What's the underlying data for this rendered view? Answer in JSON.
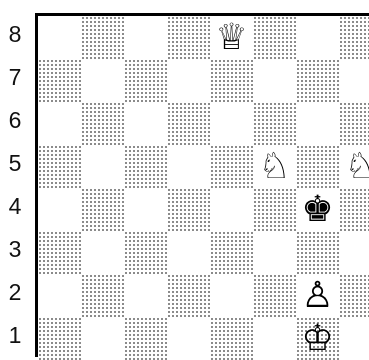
{
  "board": {
    "rank_labels": [
      "8",
      "7",
      "6",
      "5",
      "4",
      "3",
      "2",
      "1"
    ],
    "squares": [
      [
        {
          "color": "light",
          "piece": ""
        },
        {
          "color": "dark",
          "piece": ""
        },
        {
          "color": "light",
          "piece": ""
        },
        {
          "color": "dark",
          "piece": ""
        },
        {
          "color": "light",
          "piece": "♕",
          "name": "white-queen-icon"
        },
        {
          "color": "dark",
          "piece": ""
        },
        {
          "color": "light",
          "piece": ""
        },
        {
          "color": "dark",
          "piece": ""
        }
      ],
      [
        {
          "color": "dark",
          "piece": ""
        },
        {
          "color": "light",
          "piece": ""
        },
        {
          "color": "dark",
          "piece": ""
        },
        {
          "color": "light",
          "piece": ""
        },
        {
          "color": "dark",
          "piece": ""
        },
        {
          "color": "light",
          "piece": ""
        },
        {
          "color": "dark",
          "piece": ""
        },
        {
          "color": "light",
          "piece": ""
        }
      ],
      [
        {
          "color": "light",
          "piece": ""
        },
        {
          "color": "dark",
          "piece": ""
        },
        {
          "color": "light",
          "piece": ""
        },
        {
          "color": "dark",
          "piece": ""
        },
        {
          "color": "light",
          "piece": ""
        },
        {
          "color": "dark",
          "piece": ""
        },
        {
          "color": "light",
          "piece": ""
        },
        {
          "color": "dark",
          "piece": ""
        }
      ],
      [
        {
          "color": "dark",
          "piece": ""
        },
        {
          "color": "light",
          "piece": ""
        },
        {
          "color": "dark",
          "piece": ""
        },
        {
          "color": "light",
          "piece": ""
        },
        {
          "color": "dark",
          "piece": ""
        },
        {
          "color": "light",
          "piece": "♘",
          "name": "white-knight-icon"
        },
        {
          "color": "dark",
          "piece": ""
        },
        {
          "color": "light",
          "piece": "♘",
          "name": "white-knight-icon"
        }
      ],
      [
        {
          "color": "light",
          "piece": ""
        },
        {
          "color": "dark",
          "piece": ""
        },
        {
          "color": "light",
          "piece": ""
        },
        {
          "color": "dark",
          "piece": ""
        },
        {
          "color": "light",
          "piece": ""
        },
        {
          "color": "dark",
          "piece": ""
        },
        {
          "color": "light",
          "piece": "♚",
          "name": "black-king-icon"
        },
        {
          "color": "dark",
          "piece": ""
        }
      ],
      [
        {
          "color": "dark",
          "piece": ""
        },
        {
          "color": "light",
          "piece": ""
        },
        {
          "color": "dark",
          "piece": ""
        },
        {
          "color": "light",
          "piece": ""
        },
        {
          "color": "dark",
          "piece": ""
        },
        {
          "color": "light",
          "piece": ""
        },
        {
          "color": "dark",
          "piece": ""
        },
        {
          "color": "light",
          "piece": ""
        }
      ],
      [
        {
          "color": "light",
          "piece": ""
        },
        {
          "color": "dark",
          "piece": ""
        },
        {
          "color": "light",
          "piece": ""
        },
        {
          "color": "dark",
          "piece": ""
        },
        {
          "color": "light",
          "piece": ""
        },
        {
          "color": "dark",
          "piece": ""
        },
        {
          "color": "light",
          "piece": "♙",
          "name": "white-pawn-icon"
        },
        {
          "color": "dark",
          "piece": ""
        }
      ],
      [
        {
          "color": "dark",
          "piece": ""
        },
        {
          "color": "light",
          "piece": ""
        },
        {
          "color": "dark",
          "piece": ""
        },
        {
          "color": "light",
          "piece": ""
        },
        {
          "color": "dark",
          "piece": ""
        },
        {
          "color": "light",
          "piece": ""
        },
        {
          "color": "dark",
          "piece": "♔",
          "name": "white-king-icon"
        },
        {
          "color": "light",
          "piece": ""
        }
      ]
    ]
  }
}
